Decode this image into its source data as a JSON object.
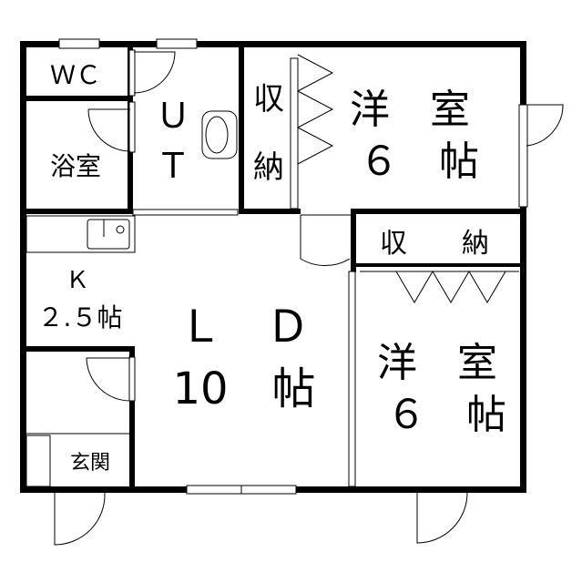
{
  "rooms": {
    "wc": "ＷＣ",
    "bath": "浴室",
    "ut_u": "Ｕ",
    "ut_t": "Ｔ",
    "closet1_a": "収",
    "closet1_b": "納",
    "room1_a": "洋　室",
    "room1_b": "６　帖",
    "closet2": "収　　納",
    "kitchen_a": "Ｋ",
    "kitchen_b": "２.５帖",
    "ld_a": "Ｌ　Ｄ",
    "ld_b": "10　帖",
    "room2_a": "洋　室",
    "room2_b": "６　帖",
    "entrance": "玄関"
  }
}
